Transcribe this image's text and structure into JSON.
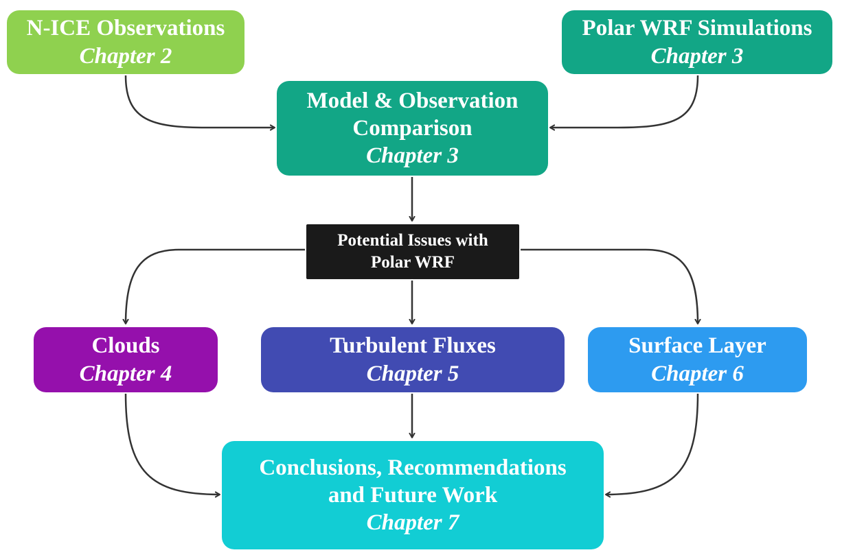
{
  "nodes": {
    "n_ice": {
      "title": "N-ICE Observations",
      "chapter": "Chapter 2",
      "color": "#8fd14f"
    },
    "polar_wrf": {
      "title": "Polar WRF Simulations",
      "chapter": "Chapter 3",
      "color": "#12a686"
    },
    "comparison": {
      "title_line1": "Model & Observation",
      "title_line2": "Comparison",
      "chapter": "Chapter 3",
      "color": "#12a686"
    },
    "issues": {
      "title_line1": "Potential Issues with",
      "title_line2": "Polar WRF",
      "color": "#1a1a1a"
    },
    "clouds": {
      "title": "Clouds",
      "chapter": "Chapter 4",
      "color": "#9510ac"
    },
    "turbulent": {
      "title": "Turbulent Fluxes",
      "chapter": "Chapter 5",
      "color": "#414bb2"
    },
    "surface": {
      "title": "Surface Layer",
      "chapter": "Chapter 6",
      "color": "#2d9bf0"
    },
    "conclusions": {
      "title_line1": "Conclusions, Recommendations",
      "title_line2": "and Future Work",
      "chapter": "Chapter 7",
      "color": "#12cdd4"
    }
  },
  "edges": [
    {
      "from": "n_ice",
      "to": "comparison"
    },
    {
      "from": "polar_wrf",
      "to": "comparison"
    },
    {
      "from": "comparison",
      "to": "issues"
    },
    {
      "from": "issues",
      "to": "clouds"
    },
    {
      "from": "issues",
      "to": "turbulent"
    },
    {
      "from": "issues",
      "to": "surface"
    },
    {
      "from": "clouds",
      "to": "conclusions"
    },
    {
      "from": "turbulent",
      "to": "conclusions"
    },
    {
      "from": "surface",
      "to": "conclusions"
    }
  ],
  "edge_color": "#333333"
}
